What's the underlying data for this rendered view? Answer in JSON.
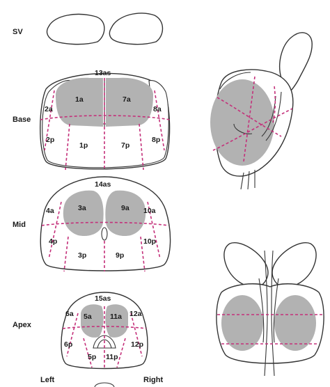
{
  "labels": {
    "sv": "SV",
    "base": "Base",
    "mid": "Mid",
    "apex": "Apex",
    "left": "Left",
    "right": "Right"
  },
  "zones": {
    "base": {
      "anterior_stroma": "13as",
      "z1a": "1a",
      "z7a": "7a",
      "z2a": "2a",
      "z8a": "8a",
      "z2p": "2p",
      "z1p": "1p",
      "z7p": "7p",
      "z8p": "8p"
    },
    "mid": {
      "anterior_stroma": "14as",
      "z3a": "3a",
      "z9a": "9a",
      "z4a": "4a",
      "z10a": "10a",
      "z4p": "4p",
      "z3p": "3p",
      "z9p": "9p",
      "z10p": "10p"
    },
    "apex": {
      "anterior_stroma": "15as",
      "z5a": "5a",
      "z11a": "11a",
      "z6a": "6a",
      "z12a": "12a",
      "z6p": "6p",
      "z5p": "5p",
      "z11p": "11p",
      "z12p": "12p"
    }
  },
  "colors": {
    "outline": "#333333",
    "gland": "#b2b2b2",
    "dashed_lines": "#c4307a",
    "background": "#ffffff"
  }
}
